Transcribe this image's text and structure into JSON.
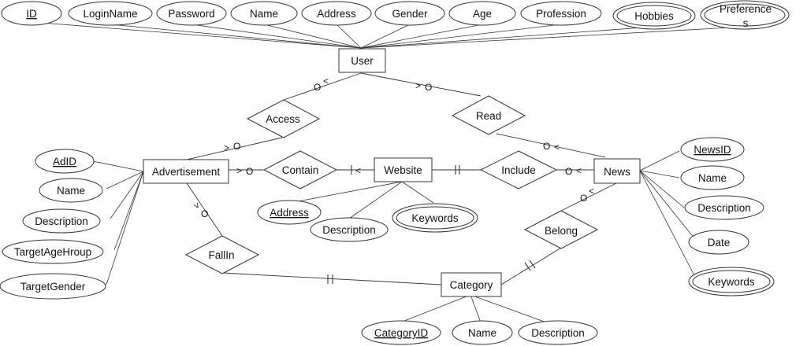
{
  "entities": {
    "user": "User",
    "advertisement": "Advertisement",
    "website": "Website",
    "news": "News",
    "category": "Category"
  },
  "relationships": {
    "access": "Access",
    "read": "Read",
    "contain": "Contain",
    "include": "Include",
    "belong": "Belong",
    "fallin": "FallIn"
  },
  "user_attributes": {
    "id": "ID",
    "login_name": "LoginName",
    "password": "Password",
    "name": "Name",
    "address": "Address",
    "gender": "Gender",
    "age": "Age",
    "profession": "Profession",
    "hobbies": "Hobbies",
    "preferences_line1": "Preference",
    "preferences_line2": "s"
  },
  "advertisement_attributes": {
    "ad_id": "AdID",
    "name": "Name",
    "description": "Description",
    "target_age": "TargetAgeHroup",
    "target_gender": "TargetGender"
  },
  "website_attributes": {
    "address": "Address",
    "description": "Description",
    "keywords": "Keywords"
  },
  "news_attributes": {
    "news_id": "NewsID",
    "name": "Name",
    "description": "Description",
    "date": "Date",
    "keywords": "Keywords"
  },
  "category_attributes": {
    "category_id": "CategoryID",
    "name": "Name",
    "description": "Description"
  },
  "cardinality_marks": {
    "zero": "O",
    "crow": ">",
    "crow_left": "<",
    "one": "|",
    "one_one": "||"
  }
}
